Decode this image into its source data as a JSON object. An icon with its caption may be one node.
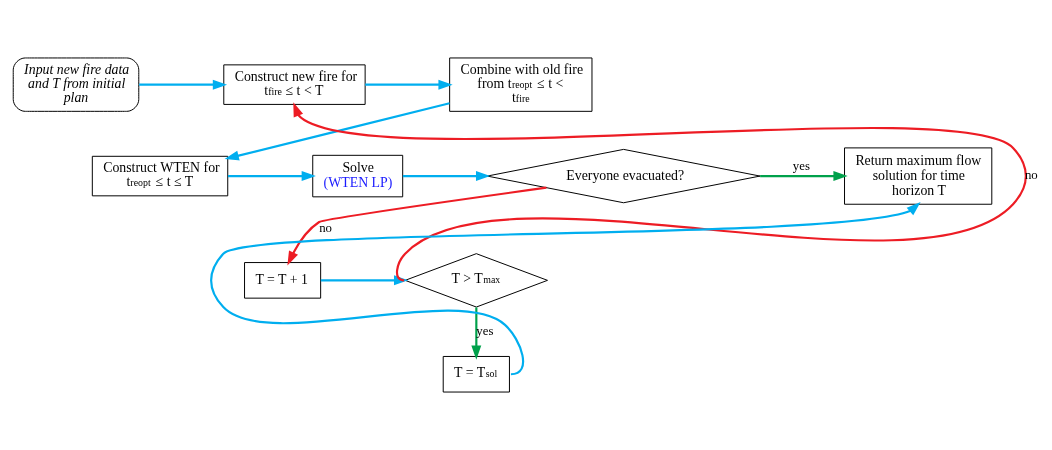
{
  "diagram": {
    "nodes": [
      {
        "text": [
          "Input new fire data and T from initial plan"
        ]
      },
      {
        "text": [
          "Construct new fire for t$_{fire}$ ≤ t < T"
        ]
      },
      {
        "text": [
          "Combine with old fire from t$_{reopt}$ ≤ t < t$_{fire}$"
        ]
      },
      {
        "text": [
          "Construct WTEN for t$_{reopt}$ ≤ t ≤ T"
        ]
      },
      {
        "text": [
          "Solve",
          "(WTEN LP)"
        ]
      },
      {
        "text": [
          "Everyone evacuated?"
        ]
      },
      {
        "text": [
          "Return maximum flow solution for time horizon T"
        ]
      },
      {
        "text": [
          "T = T + 1"
        ]
      },
      {
        "text": [
          "T > T$_{max}$"
        ]
      },
      {
        "text": [
          "T = T$_{sol}$"
        ]
      }
    ],
    "edges": [
      {
        "from": 0,
        "to": 1,
        "arrow": "to"
      },
      {
        "from": 1,
        "to": 2,
        "arrow": "to"
      },
      {
        "from": 2,
        "to": 3,
        "arrow": "to"
      },
      {
        "from": 3,
        "to": 4,
        "arrow": "to"
      },
      {
        "from": 4,
        "to": 5,
        "arrow": "to"
      },
      {
        "from": 5,
        "to": 6,
        "arrow": "to",
        "label": "yes",
        "color": "#00a14b"
      },
      {
        "from": 5,
        "to": 7,
        "arrow": "to",
        "label": "no",
        "color": "#ed1c24"
      },
      {
        "from": 7,
        "to": 8,
        "arrow": "to"
      },
      {
        "from": 8,
        "to": 1,
        "arrow": "to",
        "label": "no",
        "color": "#ed1c24"
      },
      {
        "from": 8,
        "to": 9,
        "arrow": "to",
        "label": "yes",
        "color": "#00a14b"
      },
      {
        "from": 9,
        "to": 6,
        "arrow": "to"
      }
    ]
  }
}
